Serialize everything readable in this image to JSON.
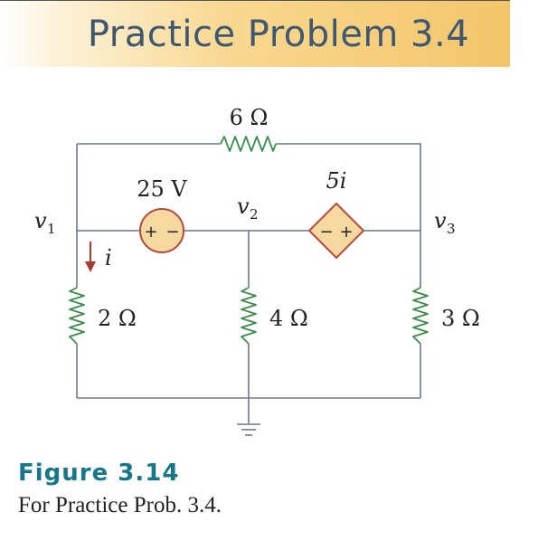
{
  "banner": {
    "title": "Practice Problem 3.4"
  },
  "circuit": {
    "node_v1": "v",
    "node_v1_sub": "1",
    "node_v2": "v",
    "node_v2_sub": "2",
    "node_v3": "v",
    "node_v3_sub": "3",
    "current_label": "i",
    "resistor_top": "6 Ω",
    "resistor_left": "2 Ω",
    "resistor_middle": "4 Ω",
    "resistor_right": "3 Ω",
    "voltage_source": "25 V",
    "voltage_source_plus": "+",
    "voltage_source_minus": "−",
    "dependent_source": "5i",
    "dependent_source_plus": "+",
    "dependent_source_minus": "−"
  },
  "figure": {
    "title": "Figure 3.14",
    "caption": "For Practice Prob. 3.4."
  },
  "colors": {
    "banner_text": "#3f5872",
    "wire": "#6c7a89",
    "resistor": "#3f8a4d",
    "source_fill": "#f6d9a0",
    "source_stroke": "#b5483a",
    "current_arrow": "#a83a32",
    "figure_title": "#17768a"
  }
}
